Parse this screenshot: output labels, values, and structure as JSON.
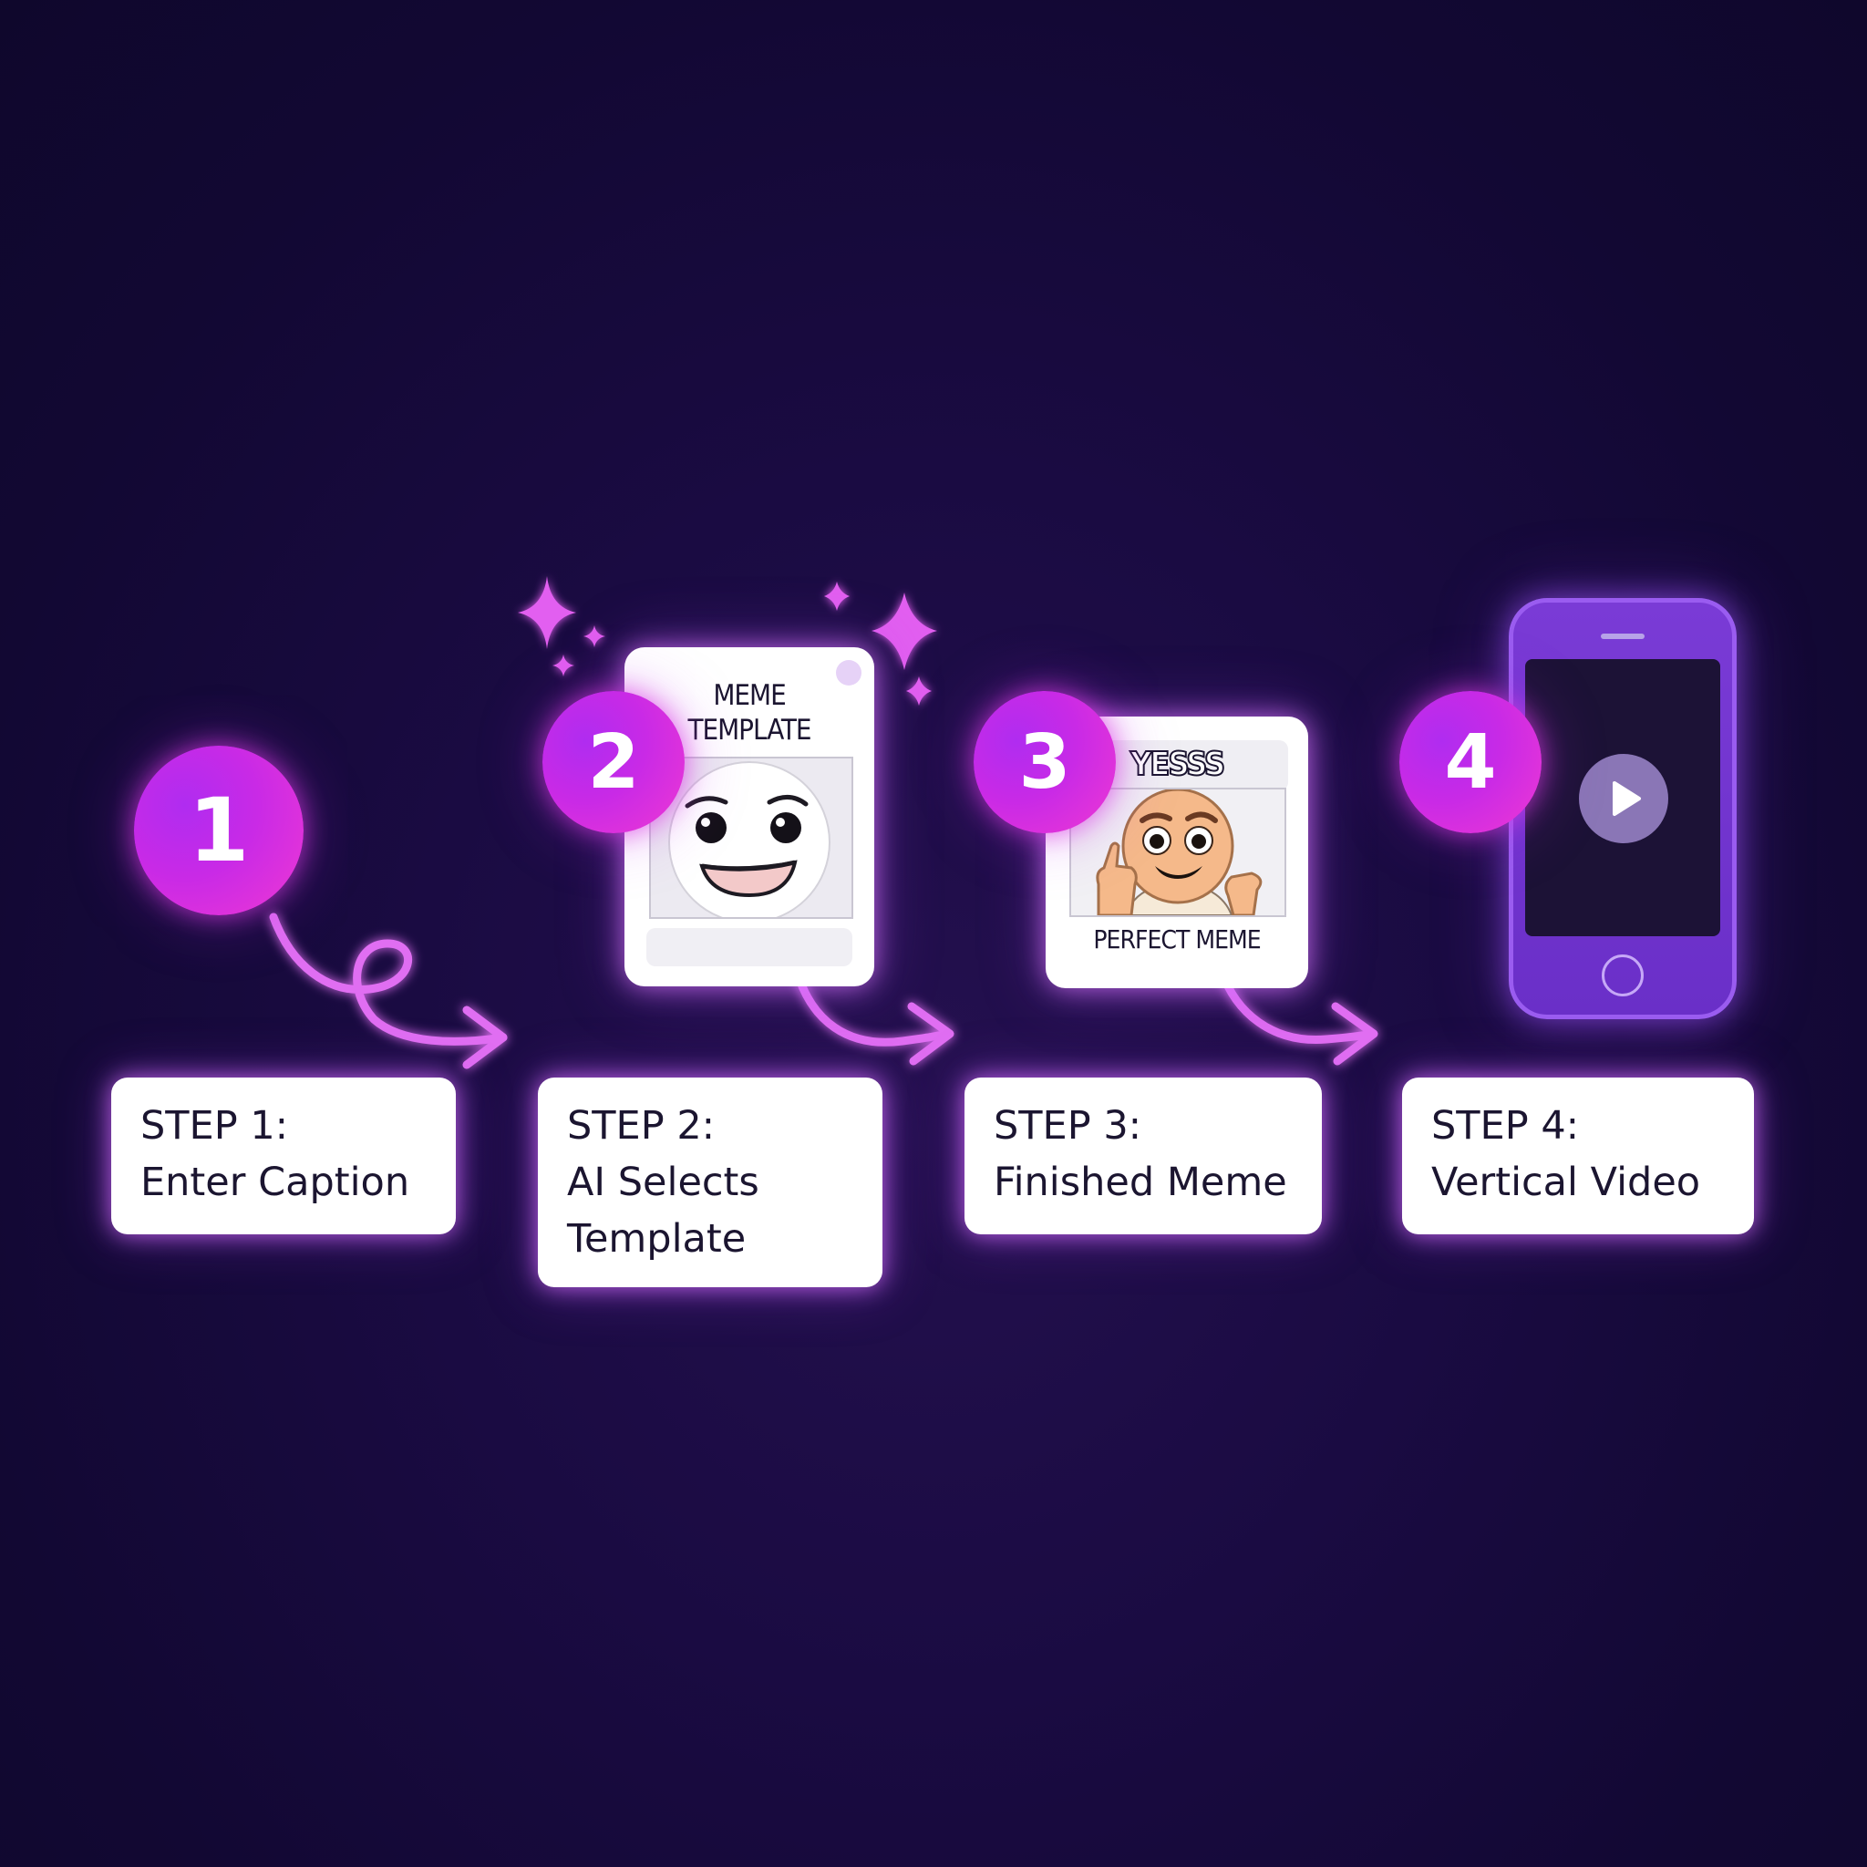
{
  "steps": [
    {
      "number": "1",
      "heading": "STEP 1:",
      "line1": "Enter Caption",
      "line2": ""
    },
    {
      "number": "2",
      "heading": "STEP 2:",
      "line1": "AI Selects",
      "line2": "Template"
    },
    {
      "number": "3",
      "heading": "STEP 3:",
      "line1": "Finished Meme",
      "line2": ""
    },
    {
      "number": "4",
      "heading": "STEP 4:",
      "line1": "Vertical Video",
      "line2": ""
    }
  ],
  "template_card": {
    "title_line1": "MEME",
    "title_line2": "TEMPLATE"
  },
  "meme_card": {
    "top_text": "YESSS",
    "bottom_text": "PERFECT MEME"
  },
  "icons": {
    "sparkles": "sparkle-icon",
    "play": "play-icon",
    "face_plain": "smiling-face-icon",
    "face_meme": "thumbs-up-face-icon",
    "phone": "smartphone-icon"
  },
  "colors": {
    "background": "#15093a",
    "accent_magenta": "#ef38d3",
    "accent_purple": "#b02cf0",
    "phone_purple": "#7a3bd6",
    "arrow_pink": "#e070f0"
  }
}
